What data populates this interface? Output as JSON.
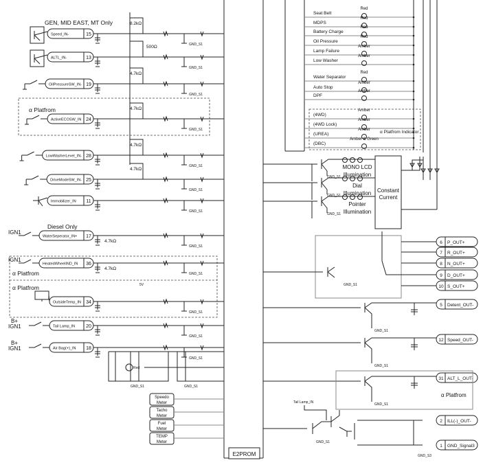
{
  "notes": {
    "gen_mid_east": "GEN, MID EAST, MT Only",
    "diesel_only": "Diesel Only",
    "platform": "α  Platfrom",
    "platform_indicator": "α Platfrom Indicator",
    "gnd": "GND_S1",
    "gnd3": "GND_S3",
    "five_v": "5V",
    "b_plus": "B+",
    "ign1": "IGN1",
    "tail_lamp_in": "Tail Lamp_IN"
  },
  "left_inputs": [
    {
      "label": "Speed_IN-",
      "pin": "15",
      "resistor": "8.2kΩ",
      "source": "transistor"
    },
    {
      "label": "ALTL_IN-",
      "pin": "13",
      "resistor": "500Ω",
      "source": "transistor"
    },
    {
      "label": "OilPressureSW_IN-",
      "pin": "19",
      "resistor": "4.7kΩ",
      "source": "switch"
    },
    {
      "label": "ActiveECOSW_IN",
      "pin": "24",
      "resistor": "4.7kΩ",
      "source": "switch"
    },
    {
      "label": "LowWasherLevel_IN-",
      "pin": "28",
      "resistor": "4.7kΩ",
      "source": "switch"
    },
    {
      "label": "DriveModeSW_IN-",
      "pin": "25",
      "resistor": "4.7kΩ",
      "source": "switch"
    },
    {
      "label": "Immobilizer_IN",
      "pin": "11",
      "resistor": "",
      "source": "transistor"
    },
    {
      "label": "WaterSeperator_IN+",
      "pin": "17",
      "resistor": "4.7kΩ",
      "source": "ign-switch"
    },
    {
      "label": "HeatedWheelIND_IN",
      "pin": "36",
      "resistor": "4.7kΩ",
      "source": "ign-switch"
    },
    {
      "label": "OutsideTemp_IN",
      "pin": "34",
      "resistor": "",
      "source": "thermistor"
    },
    {
      "label": "Tail Lamp_IN",
      "pin": "20",
      "resistor": "",
      "source": "b-ign-switch"
    },
    {
      "label": "Air Bag(+)_IN",
      "pin": "18",
      "resistor": "",
      "source": "b-ign-fuse"
    }
  ],
  "airbag_lamp": "Red",
  "meters": [
    {
      "line1": "Speedo",
      "line2": "Meter"
    },
    {
      "line1": "Tacho",
      "line2": "Meter"
    },
    {
      "line1": "Fuel",
      "line2": "Meter"
    },
    {
      "line1": "TEMP",
      "line2": "Meter"
    }
  ],
  "e2prom": "E2PROM",
  "warning_lamps": [
    {
      "label": "Seat Belt",
      "color": "Red"
    },
    {
      "label": "MDPS",
      "color": "Red"
    },
    {
      "label": "Battery Charge",
      "color": "Red"
    },
    {
      "label": "Oil Pressure",
      "color": "Red"
    },
    {
      "label": "Lamp Failure",
      "color": "Amber"
    },
    {
      "label": "Low Washer",
      "color": "Amber"
    },
    {
      "label": "Water Separator",
      "color": "Red"
    },
    {
      "label": "Auto Stop",
      "color": "Amber"
    },
    {
      "label": "DPF",
      "color": "Amber"
    },
    {
      "label": "(4WD)",
      "color": "Amber"
    },
    {
      "label": "(4WD Lock)",
      "color": "Amber"
    },
    {
      "label": "(UREA)",
      "color": "Amber"
    },
    {
      "label": "(DBC)",
      "color": "Amber & Green"
    }
  ],
  "illumination": [
    {
      "line1": "MONO LCD",
      "line2": "Illumination"
    },
    {
      "line1": "Dial",
      "line2": "Illumination"
    },
    {
      "line1": "Pointer",
      "line2": "Illumination"
    }
  ],
  "constant_current": {
    "line1": "Constant",
    "line2": "Current"
  },
  "outputs": [
    {
      "pin": "6",
      "label": "P_OUT+"
    },
    {
      "pin": "7",
      "label": "R_OUT+"
    },
    {
      "pin": "8",
      "label": "N_OUT+"
    },
    {
      "pin": "9",
      "label": "D_OUT+"
    },
    {
      "pin": "10",
      "label": "S_OUT+"
    },
    {
      "pin": "5",
      "label": "Detent_OUT-"
    },
    {
      "pin": "12",
      "label": "Speed_OUT-"
    },
    {
      "pin": "31",
      "label": "ALT_L_OUT-"
    },
    {
      "pin": "2",
      "label": "ILL(-)_OUT-"
    },
    {
      "pin": "1",
      "label": "GND_Signal3"
    }
  ]
}
